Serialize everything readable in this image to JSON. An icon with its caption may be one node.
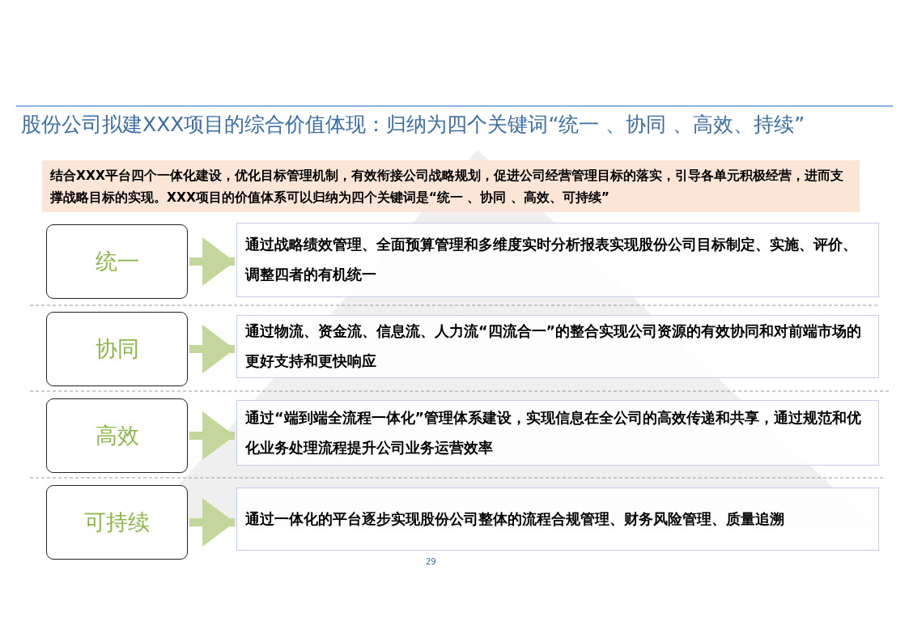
{
  "diagram": {
    "title": "股份公司拟建XXX项目的综合价值体现：归纳为四个关键词“统一 、协同 、高效、持续”",
    "nodes": [
      {
        "text": [
          "结合XXX平台四个一体化建设，优化目标管理机制，有效衔接公司战略规划，促进公司经营管理目标的落实，引导各单元积极经营，进而支撑战略目标的实现。XXX项目的价值体系可以归纳为四个关键词是“统一 、协同 、高效、可持续”"
        ]
      },
      {
        "text": [
          "统一"
        ]
      },
      {
        "text": [
          "通过战略绩效管理、全面预算管理和多维度实时分析报表实现股份公司**目标制定、实施、评价、调整四者的有机统一**"
        ]
      },
      {
        "text": [
          "协同"
        ]
      },
      {
        "text": [
          "通过物流、资金流、信息流、人力流**“四流合一”**的整合实现公司资源的有效协同和对前端市场的更好支持和更快响应"
        ]
      },
      {
        "text": [
          "高效"
        ]
      },
      {
        "text": [
          "通过**“端到端全流程一体化”**管理体系建设，实现信息在全公司的高效传递和共享，通过规范和优化业务处理流程提升公司业务运营效率"
        ]
      },
      {
        "text": [
          "可持续"
        ]
      },
      {
        "text": [
          "通过一体化的平台逐步实现股份公司整体的流程合规管理、财务风险管理、质量追溯"
        ]
      }
    ],
    "edges": [
      {
        "from": 1,
        "to": 2,
        "arrow": "to"
      },
      {
        "from": 3,
        "to": 4,
        "arrow": "to"
      },
      {
        "from": 5,
        "to": 6,
        "arrow": "to"
      },
      {
        "from": 7,
        "to": 8,
        "arrow": "to"
      }
    ],
    "labels": [
      "29"
    ]
  }
}
